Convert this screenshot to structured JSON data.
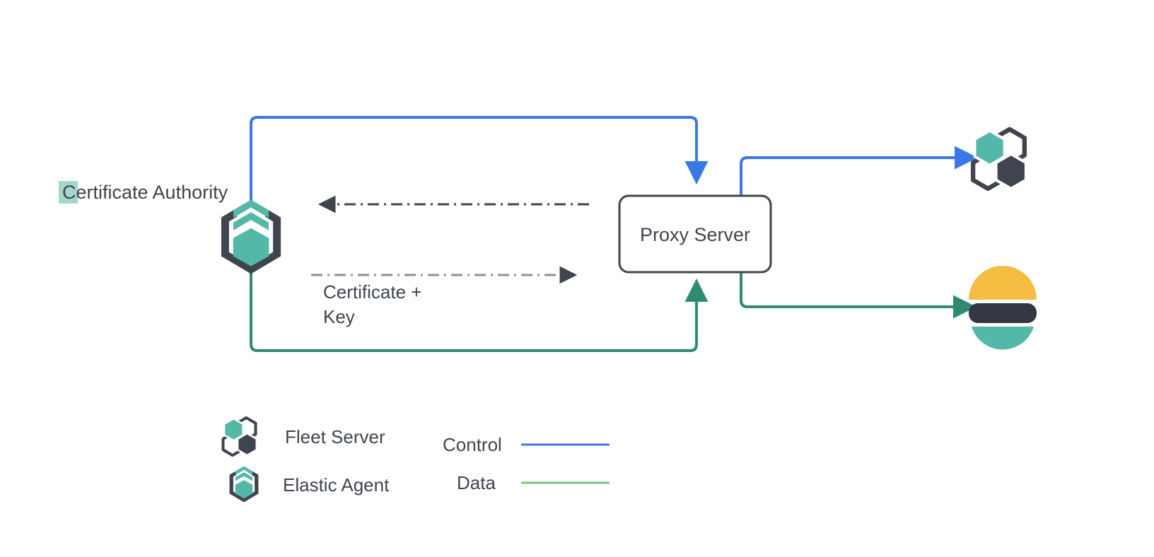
{
  "diagram": {
    "title_visible": false,
    "background_color": "#ffffff",
    "nodes": [
      {
        "id": "certificate-authority",
        "label": "Certificate Authority",
        "icon": "elastic-agent-icon",
        "label_highlight_color": "#a5d6cd"
      },
      {
        "id": "proxy-server",
        "label": "Proxy Server",
        "shape": "rounded-rectangle",
        "border_color": "#3f444e",
        "fill_color": "#ffffff"
      },
      {
        "id": "fleet-server",
        "label": "",
        "icon": "fleet-server-icon"
      },
      {
        "id": "elasticsearch",
        "label": "",
        "icon": "elasticsearch-icon"
      }
    ],
    "edges": [
      {
        "id": "control-agent-to-proxy",
        "label": "",
        "type": "control",
        "color": "#3b78e7",
        "style": "solid",
        "arrow": "end"
      },
      {
        "id": "control-proxy-to-fleet",
        "label": "",
        "type": "control",
        "color": "#3b78e7",
        "style": "solid",
        "arrow": "end"
      },
      {
        "id": "data-agent-to-proxy",
        "label": "",
        "type": "data",
        "color": "#2e8b72",
        "style": "solid",
        "arrow": "end"
      },
      {
        "id": "data-proxy-to-elasticsearch",
        "label": "",
        "type": "data",
        "color": "#2e8b72",
        "style": "solid",
        "arrow": "end"
      },
      {
        "id": "cert-request",
        "label": "",
        "type": "certificate",
        "color": "#3f444e",
        "style": "dash-dot",
        "arrow": "start"
      },
      {
        "id": "cert-response",
        "label": "Certificate +\nKey",
        "label_line1": "Certificate +",
        "label_line2": "Key",
        "type": "certificate",
        "color": "#8c909a",
        "style": "dash-dot",
        "arrow": "end"
      }
    ],
    "legend": {
      "icons": [
        {
          "id": "legend-fleet-server",
          "label": "Fleet Server",
          "icon": "fleet-server-icon"
        },
        {
          "id": "legend-elastic-agent",
          "label": "Elastic Agent",
          "icon": "elastic-agent-icon"
        }
      ],
      "lines": [
        {
          "id": "legend-control",
          "label": "Control",
          "color": "#3b78e7"
        },
        {
          "id": "legend-data",
          "label": "Data",
          "color": "#7ac47c"
        }
      ]
    },
    "palette": {
      "teal": "#54b8a8",
      "dark_slate": "#3f444e",
      "control_blue": "#3b78e7",
      "data_green": "#2e8b72",
      "legend_data_green": "#7ac47c",
      "elastic_yellow": "#f4bd42",
      "elastic_teal": "#54b8a8",
      "elastic_dark": "#343741",
      "highlight": "#a5d6cd"
    }
  }
}
